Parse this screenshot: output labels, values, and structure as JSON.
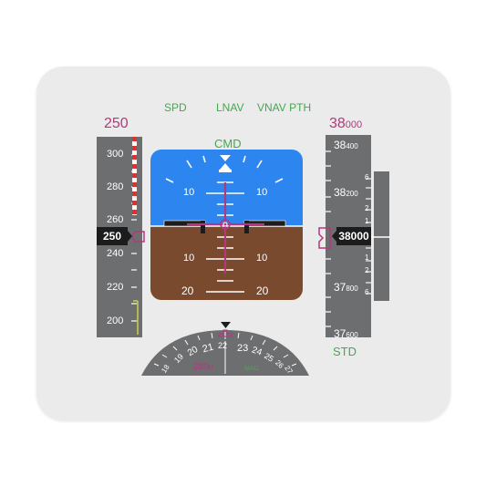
{
  "fma": {
    "speed_mode": "SPD",
    "roll_mode": "LNAV",
    "pitch_mode": "VNAV PTH",
    "autopilot_status": "CMD"
  },
  "speed": {
    "selected": "250",
    "current": "250",
    "tape_labels": [
      "300",
      "280",
      "260",
      "240",
      "220",
      "200"
    ]
  },
  "altitude": {
    "selected_thousands": "38",
    "selected_hundreds": "000",
    "current": "38000",
    "tape_labels": [
      {
        "main": "38",
        "sub": "400"
      },
      {
        "main": "38",
        "sub": "200"
      },
      {
        "main": "37",
        "sub": "800"
      },
      {
        "main": "37",
        "sub": "600"
      }
    ],
    "baro_setting": "STD"
  },
  "vsi": {
    "labels": [
      "6",
      "2",
      "1",
      "1",
      "2",
      "6"
    ]
  },
  "attitude": {
    "pitch_labels_up": [
      "10",
      "10"
    ],
    "pitch_labels_down": [
      "10",
      "10",
      "20",
      "20"
    ]
  },
  "heading": {
    "selected": "280",
    "selected_suffix": "H",
    "mode": "MAG",
    "scale_labels": [
      "18",
      "19",
      "20",
      "21",
      "22",
      "23",
      "24",
      "25",
      "26",
      "27"
    ]
  },
  "colors": {
    "sky": "#2d86f0",
    "ground": "#7a4a2e",
    "tape": "#6d6e70",
    "magenta": "#b2387e",
    "green": "#43a84f",
    "background_pad": "#ebebeb"
  }
}
